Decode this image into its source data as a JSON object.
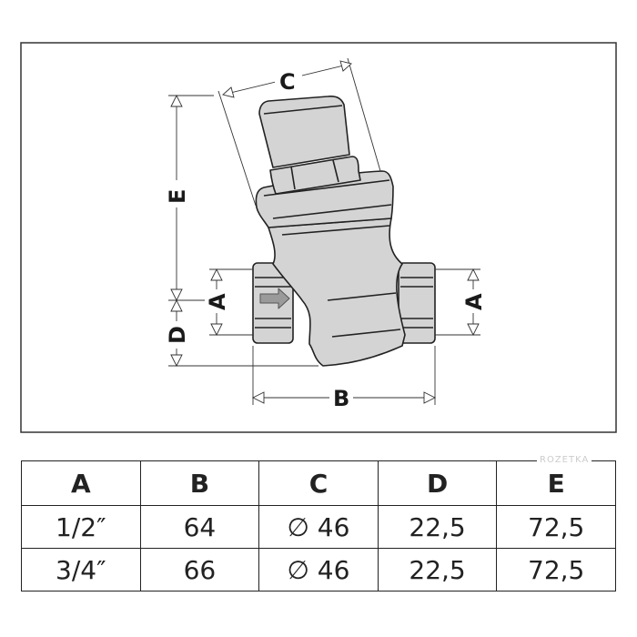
{
  "drawing": {
    "labels": {
      "A": "A",
      "B": "B",
      "C": "C",
      "D": "D",
      "E": "E"
    }
  },
  "table": {
    "headers": [
      "A",
      "B",
      "C",
      "D",
      "E"
    ],
    "rows": [
      [
        "1/2″",
        "64",
        "∅ 46",
        "22,5",
        "72,5"
      ],
      [
        "3/4″",
        "66",
        "∅ 46",
        "22,5",
        "72,5"
      ]
    ]
  },
  "watermark": "ROZETKA"
}
